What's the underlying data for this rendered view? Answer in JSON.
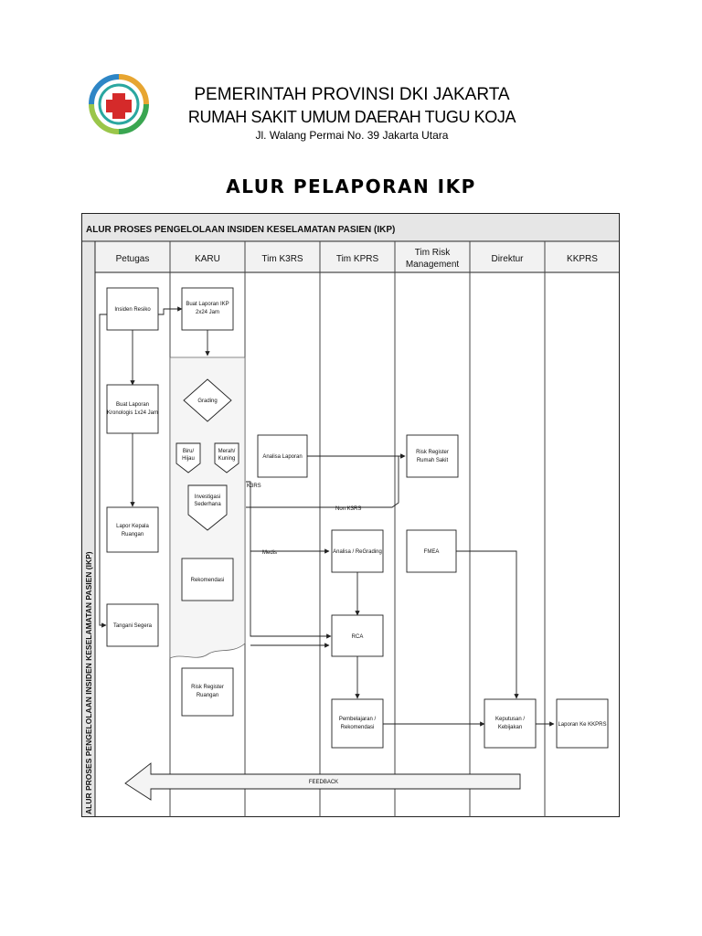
{
  "letterhead": {
    "line1": "PEMERINTAH PROVINSI DKI JAKARTA",
    "line2": "RUMAH SAKIT UMUM DAERAH TUGU KOJA",
    "line3": "Jl. Walang Permai No. 39  Jakarta Utara"
  },
  "title": "ALUR PELAPORAN IKP",
  "flowchart": {
    "header": "ALUR PROSES PENGELOLAAN INSIDEN KESELAMATAN PASIEN (IKP)",
    "side_label": "ALUR PROSES PENGELOLAAN INSIDEN KESELAMATAN PASIEN (IKP)",
    "lanes": {
      "petugas": "Petugas",
      "karu": "KARU",
      "k3rs": "Tim K3RS",
      "kprs": "Tim KPRS",
      "risk_1": "Tim Risk",
      "risk_2": "Management",
      "direktur": "Direktur",
      "kkprs": "KKPRS"
    },
    "nodes": {
      "insiden": "Insiden Resiko",
      "buat_laporan_ikp_1": "Buat Laporan IKP",
      "buat_laporan_ikp_2": "2x24 Jam",
      "kronologis_1": "Buat Laporan",
      "kronologis_2": "Kronologis 1x24 Jam",
      "grading": "Grading",
      "biru_1": "Biru/",
      "biru_2": "Hijau",
      "merah_1": "Merah/",
      "merah_2": "Kuning",
      "investigasi_1": "Investigasi",
      "investigasi_2": "Sederhana",
      "lapor_kepala_1": "Lapor Kepala",
      "lapor_kepala_2": "Ruangan",
      "rekomendasi": "Rekomendasi",
      "tangani": "Tangani Segera",
      "risk_register_ruangan_1": "Risk Register",
      "risk_register_ruangan_2": "Ruangan",
      "analisa_laporan": "Analisa Laporan",
      "risk_register_rs_1": "Risk Register",
      "risk_register_rs_2": "Rumah Sakit",
      "analisa_regrading": "Analisa / ReGrading",
      "fmea": "FMEA",
      "rca": "RCA",
      "pembelajaran_1": "Pembelajaran /",
      "pembelajaran_2": "Rekomendasi",
      "keputusan_1": "Keputusan /",
      "keputusan_2": "Kebijakan",
      "laporan_kkprs": "Laporan Ke KKPRS"
    },
    "edge_labels": {
      "k3rs": "K3RS",
      "non_k3rs": "Non K3RS",
      "medis": "Medis"
    },
    "feedback": "FEEDBACK"
  }
}
